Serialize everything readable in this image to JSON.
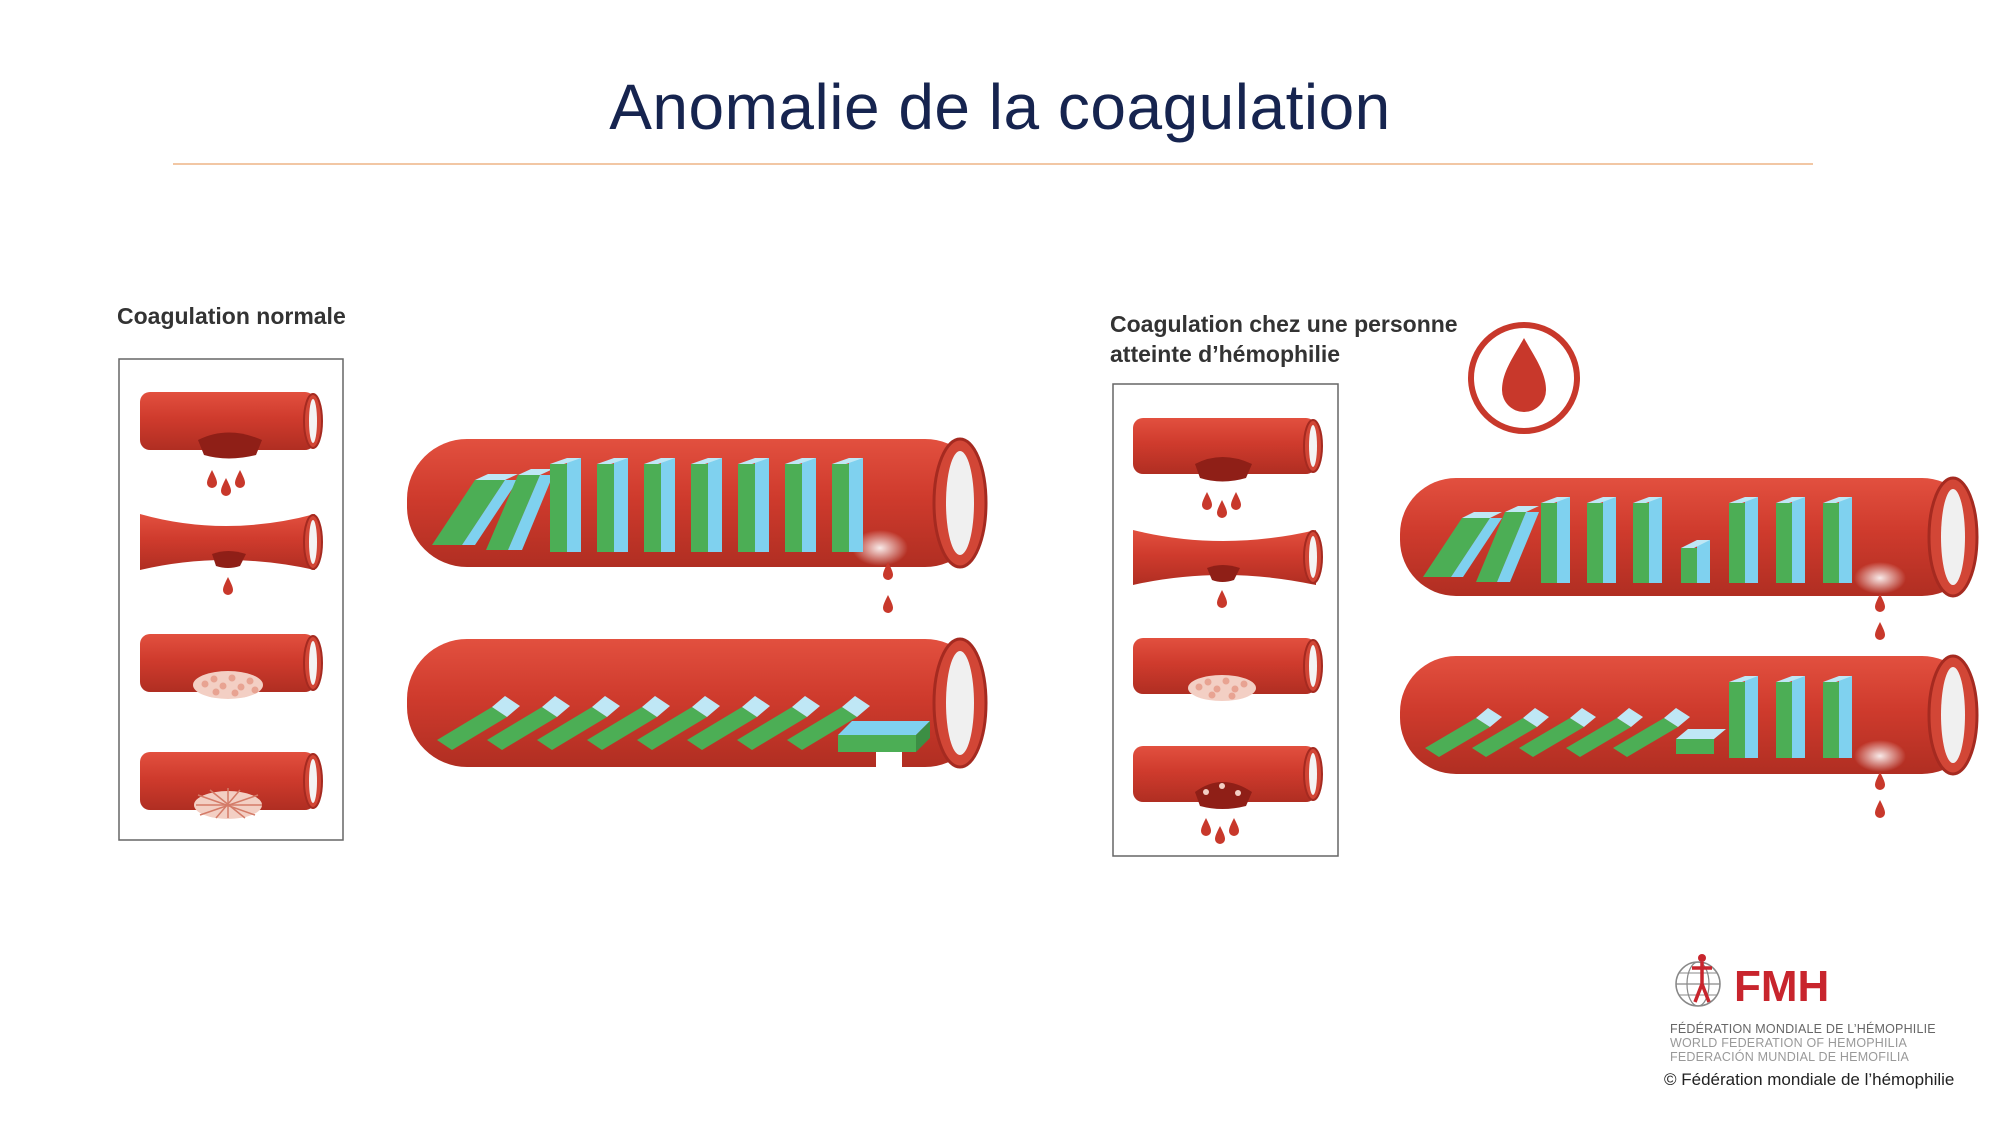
{
  "slide": {
    "title": "Anomalie de la coagulation"
  },
  "left_panel": {
    "label": "Coagulation normale"
  },
  "right_panel": {
    "label_line1": "Coagulation chez une personne",
    "label_line2": "atteinte d’hémophilie"
  },
  "logo": {
    "acronym": "FMH",
    "line1": "FÉDÉRATION MONDIALE DE L’HÉMOPHILIE",
    "line2": "WORLD FEDERATION OF HEMOPHILIA",
    "line3": "FEDERACIÓN MUNDIAL DE HEMOFILIA",
    "copyright": "© Fédération mondiale de l’hémophilie"
  },
  "colors": {
    "title": "#16244f",
    "vessel": "#c8382b",
    "domino_green": "#4cae55",
    "domino_blue": "#7fd1ef",
    "accent_red": "#c8252d"
  }
}
